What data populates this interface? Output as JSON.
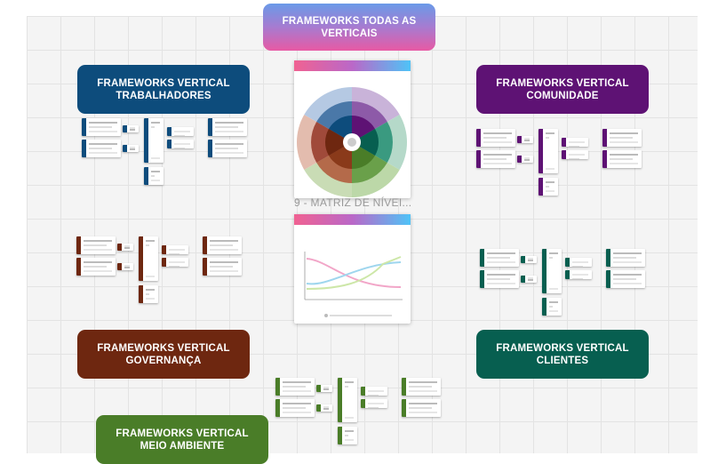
{
  "labels": {
    "top": "FRAMEWORKS TODAS AS VERTICAIS",
    "trabalhadores": "FRAMEWORKS VERTICAL TRABALHADORES",
    "comunidade": "FRAMEWORKS VERTICAL COMUNIDADE",
    "governanca": "FRAMEWORKS VERTICAL GOVERNANÇA",
    "clientes": "FRAMEWORKS VERTICAL CLIENTES",
    "meio_ambiente": "FRAMEWORKS VERTICAL MEIO AMBIENTE"
  },
  "center": {
    "caption": "9 - MATRIZ DE NÍVEI..."
  },
  "colors": {
    "trabalhadores": "#0d4c7c",
    "comunidade": "#5e1274",
    "governanca": "#6e2710",
    "clientes": "#075f50",
    "meio_ambiente": "#4a7d28",
    "top_gradient_start": "#6a9ae8",
    "top_gradient_end": "#e85aa4"
  }
}
